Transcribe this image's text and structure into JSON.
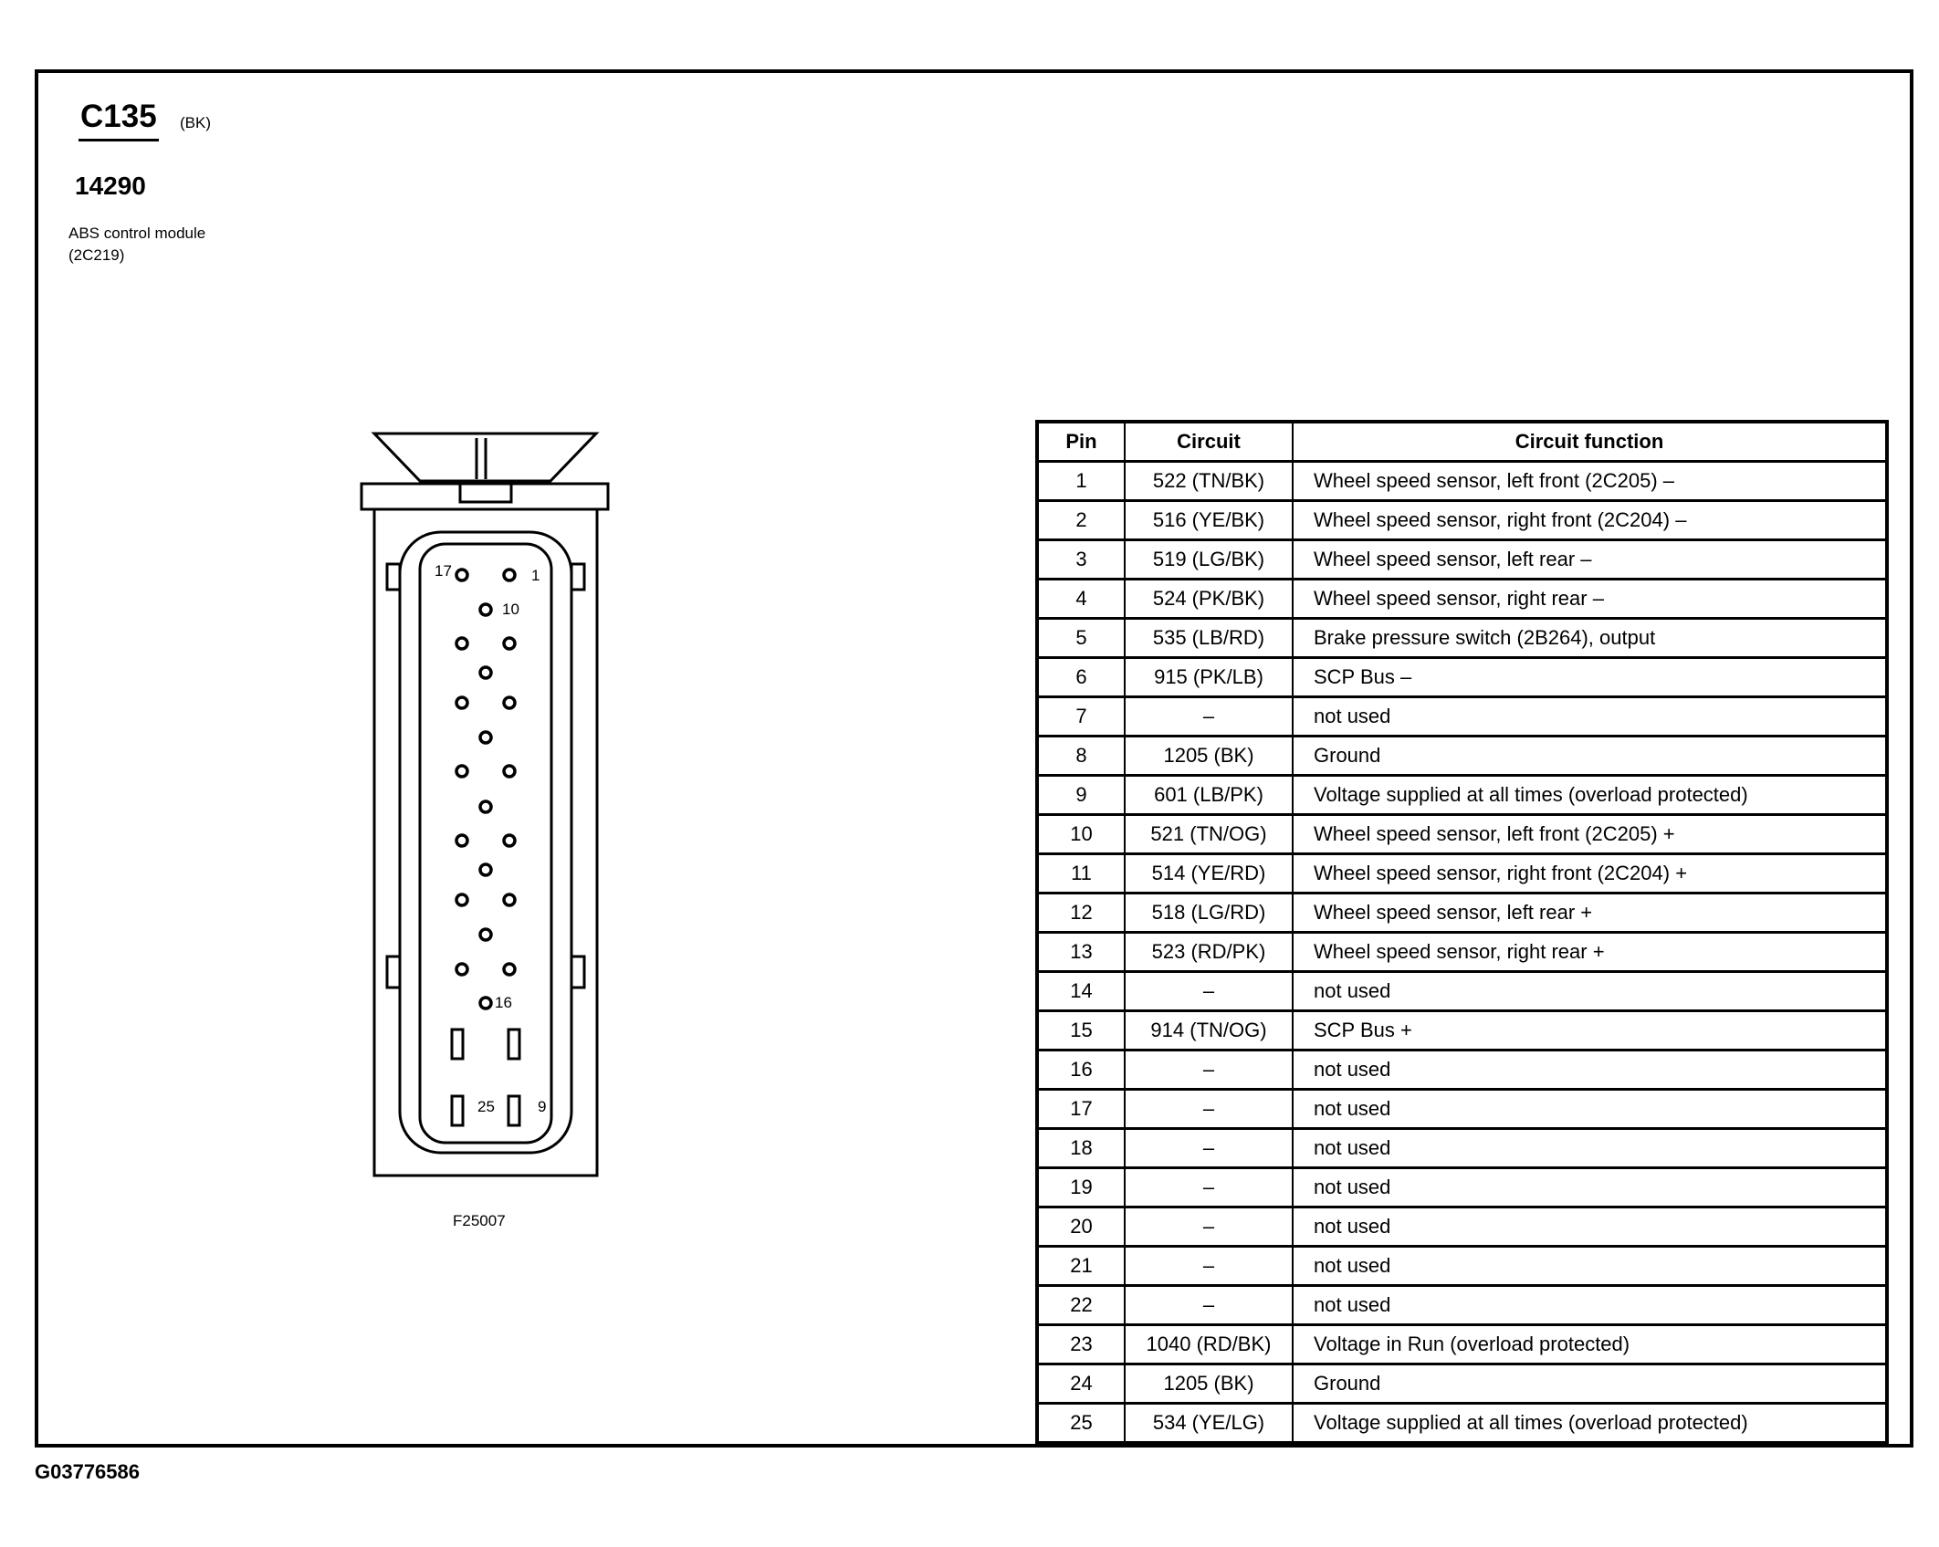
{
  "connector": {
    "id": "C135",
    "color": "(BK)",
    "part_number": "14290",
    "module_line1": "ABS control module",
    "module_line2": "(2C219)",
    "figure_id": "F25007",
    "pin_labels": {
      "p17": "17",
      "p1": "1",
      "p10": "10",
      "p16": "16",
      "p25": "25",
      "p9": "9"
    }
  },
  "document_id": "G03776586",
  "table": {
    "headers": {
      "pin": "Pin",
      "circuit": "Circuit",
      "function": "Circuit function"
    },
    "rows": [
      {
        "pin": "1",
        "circuit": "522 (TN/BK)",
        "function": "Wheel speed sensor, left front (2C205) –"
      },
      {
        "pin": "2",
        "circuit": "516 (YE/BK)",
        "function": "Wheel speed sensor, right front (2C204) –"
      },
      {
        "pin": "3",
        "circuit": "519 (LG/BK)",
        "function": "Wheel speed sensor, left rear –"
      },
      {
        "pin": "4",
        "circuit": "524 (PK/BK)",
        "function": "Wheel speed sensor, right rear –"
      },
      {
        "pin": "5",
        "circuit": "535 (LB/RD)",
        "function": "Brake pressure switch (2B264), output"
      },
      {
        "pin": "6",
        "circuit": "915 (PK/LB)",
        "function": "SCP Bus –"
      },
      {
        "pin": "7",
        "circuit": "–",
        "function": "not used"
      },
      {
        "pin": "8",
        "circuit": "1205 (BK)",
        "function": "Ground"
      },
      {
        "pin": "9",
        "circuit": "601 (LB/PK)",
        "function": "Voltage supplied at all times (overload protected)"
      },
      {
        "pin": "10",
        "circuit": "521 (TN/OG)",
        "function": "Wheel speed sensor, left front (2C205) +"
      },
      {
        "pin": "11",
        "circuit": "514 (YE/RD)",
        "function": "Wheel speed sensor, right front (2C204) +"
      },
      {
        "pin": "12",
        "circuit": "518 (LG/RD)",
        "function": "Wheel speed sensor, left rear +"
      },
      {
        "pin": "13",
        "circuit": "523 (RD/PK)",
        "function": "Wheel speed sensor, right rear +"
      },
      {
        "pin": "14",
        "circuit": "–",
        "function": "not used"
      },
      {
        "pin": "15",
        "circuit": "914 (TN/OG)",
        "function": "SCP Bus +"
      },
      {
        "pin": "16",
        "circuit": "–",
        "function": "not used"
      },
      {
        "pin": "17",
        "circuit": "–",
        "function": "not used"
      },
      {
        "pin": "18",
        "circuit": "–",
        "function": "not used"
      },
      {
        "pin": "19",
        "circuit": "–",
        "function": "not used"
      },
      {
        "pin": "20",
        "circuit": "–",
        "function": "not used"
      },
      {
        "pin": "21",
        "circuit": "–",
        "function": "not used"
      },
      {
        "pin": "22",
        "circuit": "–",
        "function": "not used"
      },
      {
        "pin": "23",
        "circuit": "1040 (RD/BK)",
        "function": "Voltage in Run (overload protected)"
      },
      {
        "pin": "24",
        "circuit": "1205 (BK)",
        "function": "Ground"
      },
      {
        "pin": "25",
        "circuit": "534 (YE/LG)",
        "function": "Voltage supplied at all times (overload protected)"
      }
    ]
  }
}
